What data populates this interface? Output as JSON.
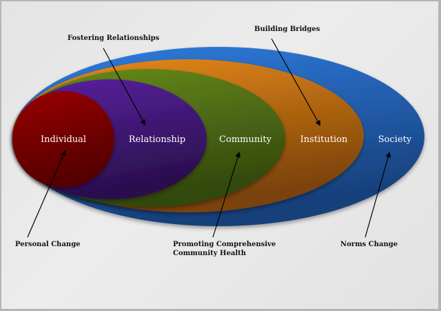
{
  "diagram": {
    "type": "nested-ellipses",
    "levels": [
      {
        "id": "society",
        "label": "Society",
        "color": "#2a6fc4",
        "color_dark": "#1a3f78"
      },
      {
        "id": "institution",
        "label": "Institution",
        "color": "#e07e18",
        "color_dark": "#7a4208"
      },
      {
        "id": "community",
        "label": "Community",
        "color": "#5f8418",
        "color_dark": "#334a0e"
      },
      {
        "id": "relationship",
        "label": "Relationship",
        "color": "#54208e",
        "color_dark": "#2b1050"
      },
      {
        "id": "individual",
        "label": "Individual",
        "color": "#8e0000",
        "color_dark": "#560000"
      }
    ],
    "annotations": [
      {
        "id": "fostering",
        "lines": [
          "Fostering Relationships"
        ],
        "points_to": "relationship"
      },
      {
        "id": "bridges",
        "lines": [
          "Building Bridges"
        ],
        "points_to": "institution"
      },
      {
        "id": "personal",
        "lines": [
          "Personal Change"
        ],
        "points_to": "individual"
      },
      {
        "id": "promoting",
        "lines": [
          "Promoting Comprehensive",
          "Community Health"
        ],
        "points_to": "community"
      },
      {
        "id": "norms",
        "lines": [
          "Norms Change"
        ],
        "points_to": "society"
      }
    ]
  }
}
